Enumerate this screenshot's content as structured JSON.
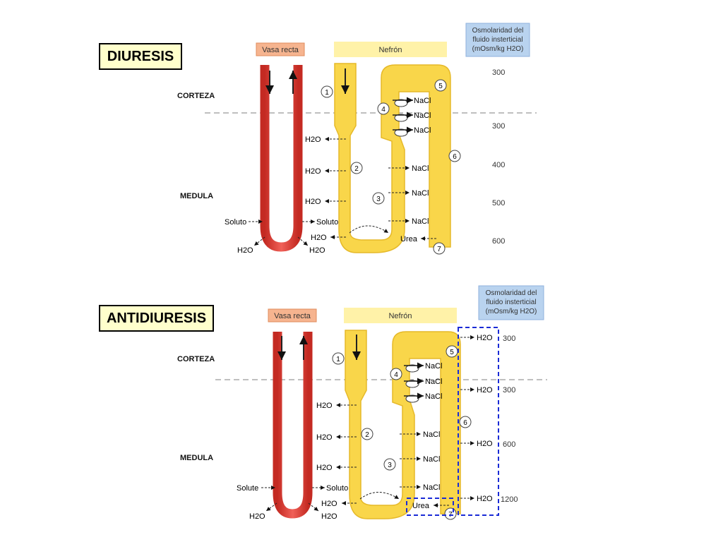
{
  "panels": [
    {
      "id": "diuresis",
      "title": "DIURESIS",
      "cortex_label": "CORTEZA",
      "medulla_label": "MEDULA",
      "vasa_recta_label": "Vasa recta",
      "nephron_label": "Nefrón",
      "osmolarity_header": [
        "Osmolaridad del",
        "fluido insterticial",
        "(mOsm/kg H2O)"
      ],
      "osmolarity_values": [
        "300",
        "300",
        "400",
        "500",
        "600"
      ],
      "segment_numbers": [
        "1",
        "2",
        "3",
        "4",
        "5",
        "6",
        "7"
      ],
      "nacl_label": "NaCl",
      "h2o_label": "H2O",
      "solute_left": "Soluto",
      "solute_right": "Soluto",
      "urea_label": "Urea"
    },
    {
      "id": "antidiuresis",
      "title": "ANTIDIURESIS",
      "cortex_label": "CORTEZA",
      "medulla_label": "MEDULA",
      "vasa_recta_label": "Vasa recta",
      "nephron_label": "Nefrón",
      "osmolarity_header": [
        "Osmolaridad del",
        "fluido insterticial",
        "(mOsm/kg H2O)"
      ],
      "osmolarity_values": [
        "300",
        "300",
        "600",
        "1200"
      ],
      "segment_numbers": [
        "1",
        "2",
        "3",
        "4",
        "5",
        "6",
        "7"
      ],
      "nacl_label": "NaCl",
      "h2o_label": "H2O",
      "solute_left": "Solute",
      "solute_right": "Soluto",
      "urea_label": "Urea"
    }
  ],
  "colors": {
    "vessel": "#e8463f",
    "vessel_dark": "#b81f1f",
    "nephron": "#f9d64a",
    "nephron_light": "#fff0a0",
    "label_box_vasa": "#f6b48f",
    "label_box_nephron": "#fff2a8",
    "osm_box": "#b9d3ef",
    "dashed_box": "#1a2bd6"
  }
}
